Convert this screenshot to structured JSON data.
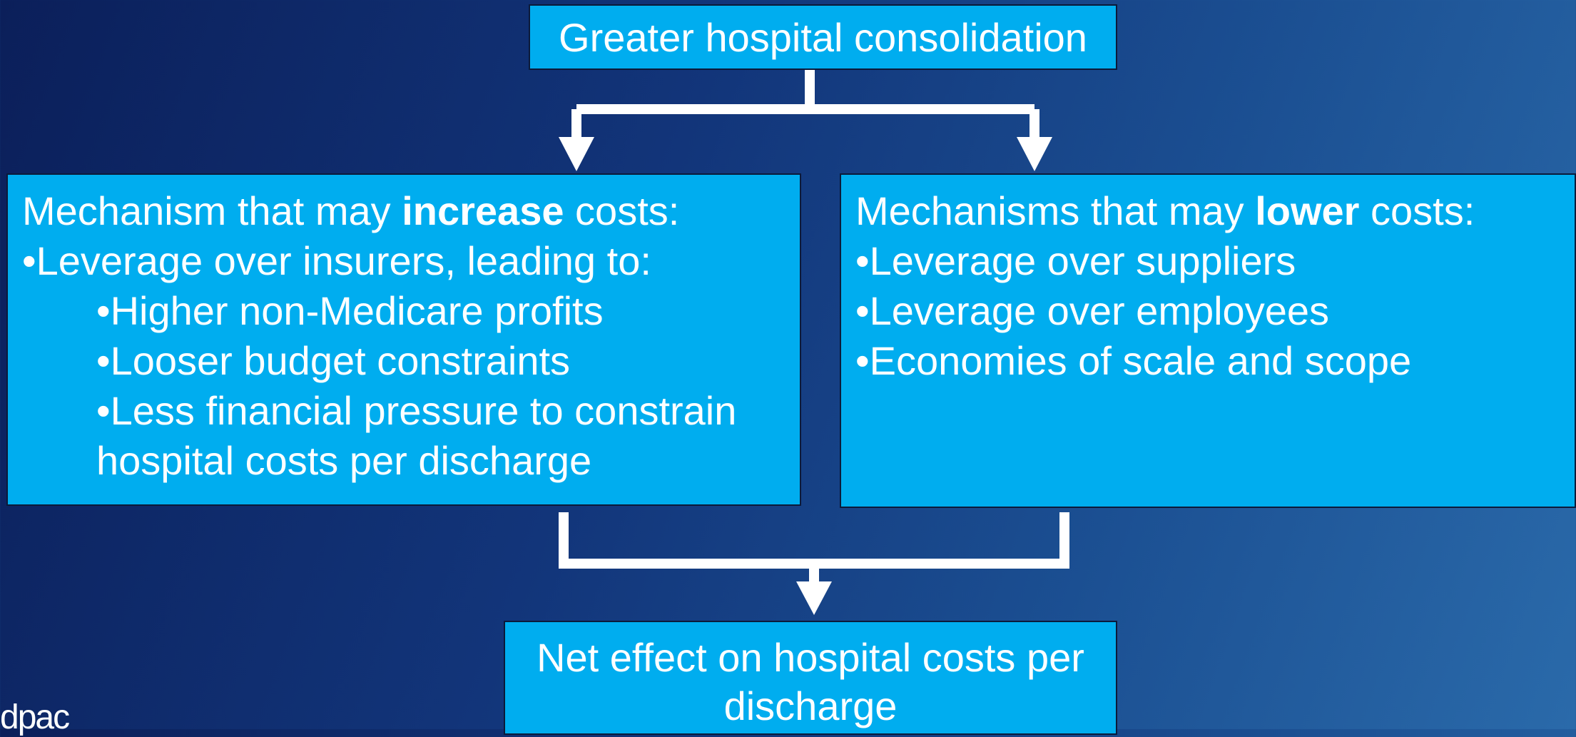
{
  "top": {
    "label": "Greater hospital consolidation"
  },
  "left": {
    "heading_pre": "Mechanism that may ",
    "heading_bold": "increase",
    "heading_post": " costs:",
    "items": [
      "•Leverage over insurers, leading to:",
      "•Higher non-Medicare profits",
      "•Looser budget constraints",
      "•Less financial pressure to constrain",
      "hospital costs per discharge"
    ]
  },
  "right": {
    "heading_pre": "Mechanisms that may ",
    "heading_bold": "lower",
    "heading_post": " costs:",
    "items": [
      "•Leverage over suppliers",
      "•Leverage over employees",
      "•Economies of scale and scope"
    ]
  },
  "bottom": {
    "line1": "Net effect on hospital costs per",
    "line2": "discharge"
  },
  "logo": {
    "text": "dpac"
  },
  "colors": {
    "box": "#00adef",
    "arrow": "#ffffff"
  }
}
